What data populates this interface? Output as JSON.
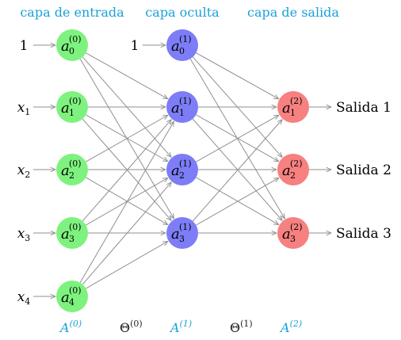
{
  "headers": {
    "input": "capa de entrada",
    "hidden": "capa oculta",
    "output": "capa de salida"
  },
  "layer_colors": {
    "input": "#7ef27e",
    "hidden": "#7d7df7",
    "output": "#f78080",
    "accent": "#1ba1d8",
    "connection": "#8f8f8f"
  },
  "input_labels": [
    {
      "main": "1",
      "sub": ""
    },
    {
      "main": "x",
      "sub": "1"
    },
    {
      "main": "x",
      "sub": "2"
    },
    {
      "main": "x",
      "sub": "3"
    },
    {
      "main": "x",
      "sub": "4"
    }
  ],
  "input_nodes": [
    {
      "name": "a",
      "sup": "(0)",
      "sub": "0"
    },
    {
      "name": "a",
      "sup": "(0)",
      "sub": "1"
    },
    {
      "name": "a",
      "sup": "(0)",
      "sub": "2"
    },
    {
      "name": "a",
      "sup": "(0)",
      "sub": "3"
    },
    {
      "name": "a",
      "sup": "(0)",
      "sub": "4"
    }
  ],
  "hidden_bias_label": "1",
  "hidden_nodes": [
    {
      "name": "a",
      "sup": "(1)",
      "sub": "0"
    },
    {
      "name": "a",
      "sup": "(1)",
      "sub": "1"
    },
    {
      "name": "a",
      "sup": "(1)",
      "sub": "2"
    },
    {
      "name": "a",
      "sup": "(1)",
      "sub": "3"
    }
  ],
  "output_nodes": [
    {
      "name": "a",
      "sup": "(2)",
      "sub": "1"
    },
    {
      "name": "a",
      "sup": "(2)",
      "sub": "2"
    },
    {
      "name": "a",
      "sup": "(2)",
      "sub": "3"
    }
  ],
  "output_labels": [
    "Salida 1",
    "Salida 2",
    "Salida 3"
  ],
  "footer": {
    "a0": {
      "main": "A",
      "sup": "(0)"
    },
    "theta0": {
      "main": "Θ",
      "sup": "(0)"
    },
    "a1": {
      "main": "A",
      "sup": "(1)"
    },
    "theta1": {
      "main": "Θ",
      "sup": "(1)"
    },
    "a2": {
      "main": "A",
      "sup": "(2)"
    }
  }
}
